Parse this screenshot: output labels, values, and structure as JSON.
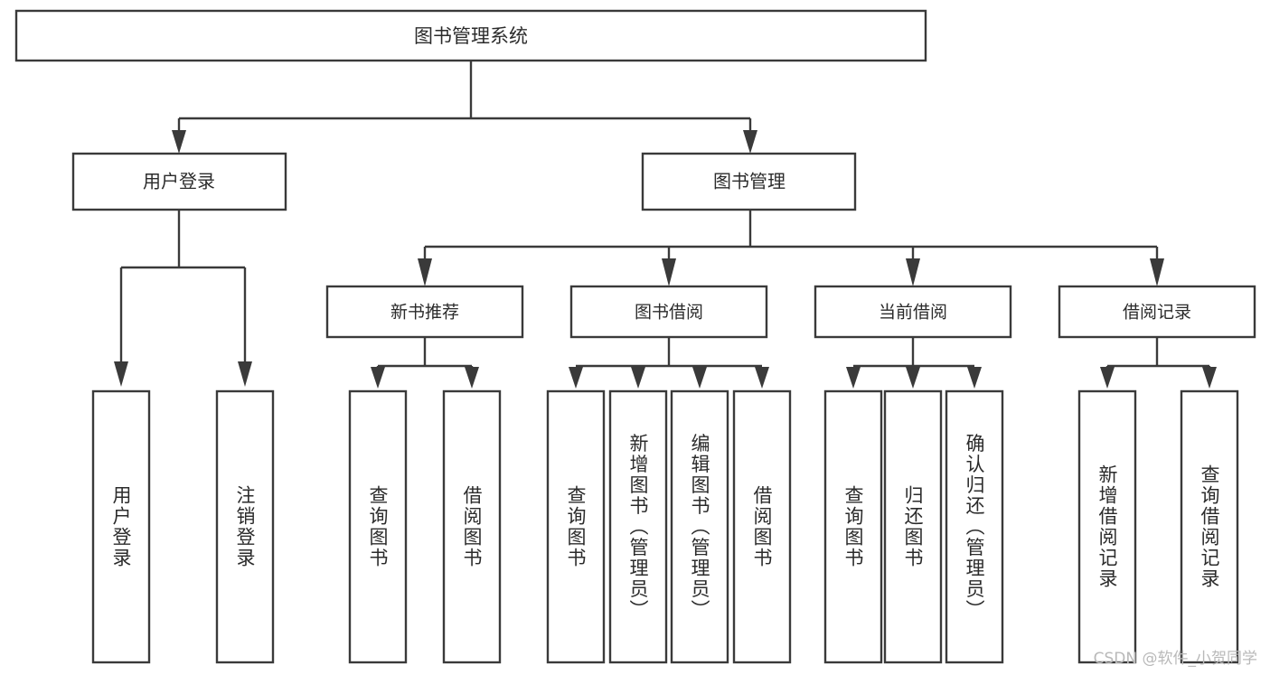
{
  "diagram": {
    "type": "tree",
    "title": "图书管理系统",
    "watermark": "CSDN @软件_小贺同学",
    "colors": {
      "box_stroke": "#3a3a3a",
      "box_fill": "#ffffff",
      "text": "#2b2b2b",
      "connector": "#3a3a3a",
      "watermark": "#b9b9b9",
      "background": "#ffffff"
    },
    "root": {
      "label": "图书管理系统"
    },
    "level2": [
      {
        "label": "用户登录"
      },
      {
        "label": "图书管理"
      }
    ],
    "level3": [
      {
        "label": "新书推荐"
      },
      {
        "label": "图书借阅"
      },
      {
        "label": "当前借阅"
      },
      {
        "label": "借阅记录"
      }
    ],
    "leaves": {
      "user_login": [
        {
          "label": "用户登录"
        },
        {
          "label": "注销登录"
        }
      ],
      "new_book_recommend": [
        {
          "label": "查询图书"
        },
        {
          "label": "借阅图书"
        }
      ],
      "book_borrow": [
        {
          "label": "查询图书"
        },
        {
          "label": "新增图书（管理员）"
        },
        {
          "label": "编辑图书（管理员）"
        },
        {
          "label": "借阅图书"
        }
      ],
      "current_borrow": [
        {
          "label": "查询图书"
        },
        {
          "label": "归还图书"
        },
        {
          "label": "确认归还（管理员）"
        }
      ],
      "borrow_record": [
        {
          "label": "新增借阅记录"
        },
        {
          "label": "查询借阅记录"
        }
      ]
    }
  }
}
